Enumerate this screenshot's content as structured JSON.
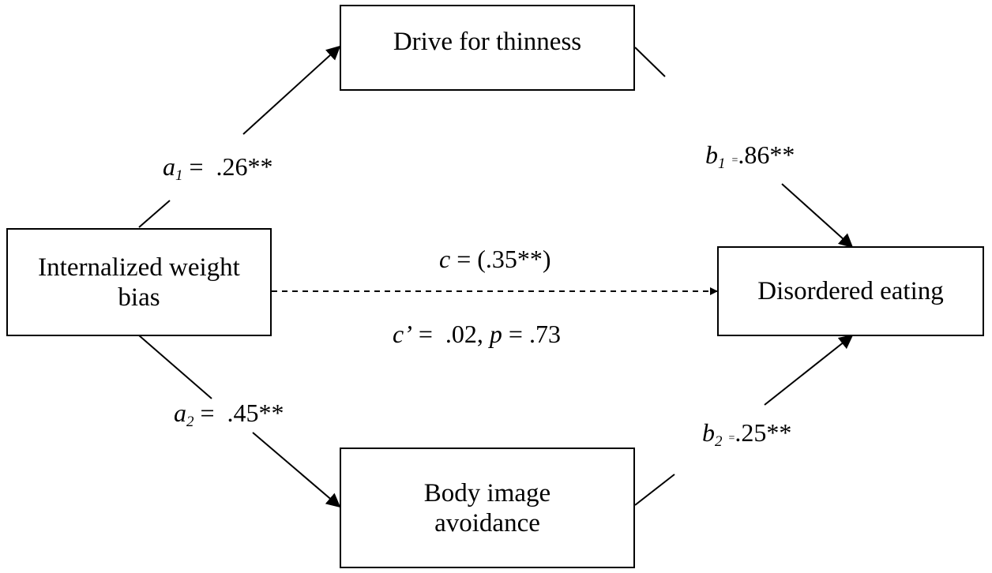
{
  "nodes": {
    "predictor": {
      "line1": "Internalized weight",
      "line2": "bias"
    },
    "mediator1": {
      "label": "Drive for thinness"
    },
    "mediator2": {
      "line1": "Body image",
      "line2": "avoidance"
    },
    "outcome": {
      "label": "Disordered eating"
    }
  },
  "paths": {
    "a1": {
      "symbol": "a",
      "sub": "1",
      "eq": "=",
      "value": ".26**"
    },
    "a2": {
      "symbol": "a",
      "sub": "2",
      "eq": "=",
      "value": ".45**"
    },
    "b1": {
      "symbol": "b",
      "sub": "1",
      "eq": "=",
      "value": ".86**"
    },
    "b2": {
      "symbol": "b",
      "sub": "2",
      "eq": "=",
      "value": ".25**"
    },
    "c_total": {
      "symbol": "c",
      "rest": " = (.35**)"
    },
    "c_direct": {
      "symbol": "c’",
      "mid": " =  .02, ",
      "p_symbol": "p",
      "rest": " = .73"
    }
  }
}
